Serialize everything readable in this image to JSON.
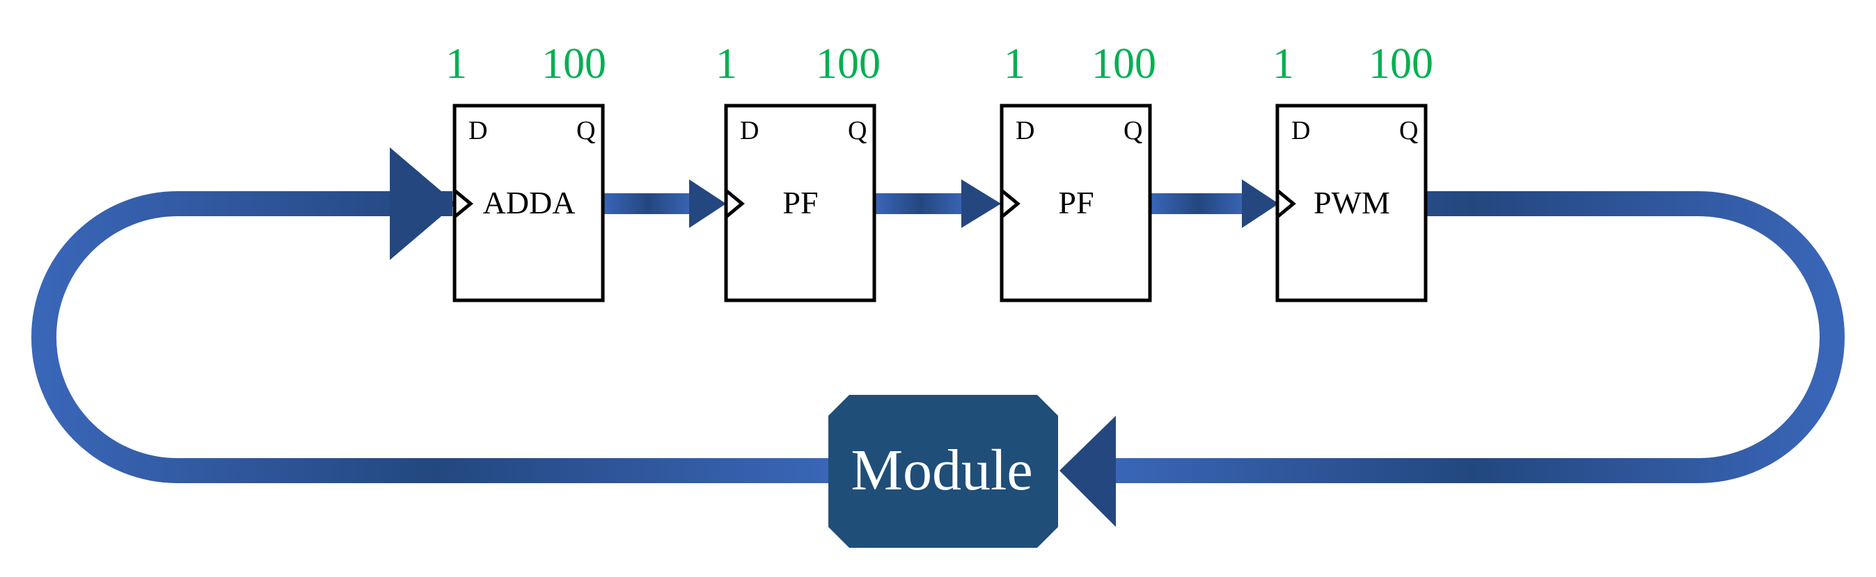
{
  "colors": {
    "accent_green": "#00b050",
    "pipe_blue": "#3760ad",
    "pipe_dark": "#24477f",
    "module_fill": "#1f4e79",
    "module_text": "#ffffff",
    "block_stroke": "#000000"
  },
  "blocks": [
    {
      "label": "ADDA",
      "d_pin": "D",
      "q_pin": "Q",
      "start_num": "1",
      "end_num": "100"
    },
    {
      "label": "PF",
      "d_pin": "D",
      "q_pin": "Q",
      "start_num": "1",
      "end_num": "100"
    },
    {
      "label": "PF",
      "d_pin": "D",
      "q_pin": "Q",
      "start_num": "1",
      "end_num": "100"
    },
    {
      "label": "PWM",
      "d_pin": "D",
      "q_pin": "Q",
      "start_num": "1",
      "end_num": "100"
    }
  ],
  "module": {
    "label": "Module"
  },
  "icons": {
    "clock_input": "clock-triangle-icon",
    "flow_arrow": "arrow-right-icon",
    "feedback_arrow": "arrow-left-icon"
  }
}
